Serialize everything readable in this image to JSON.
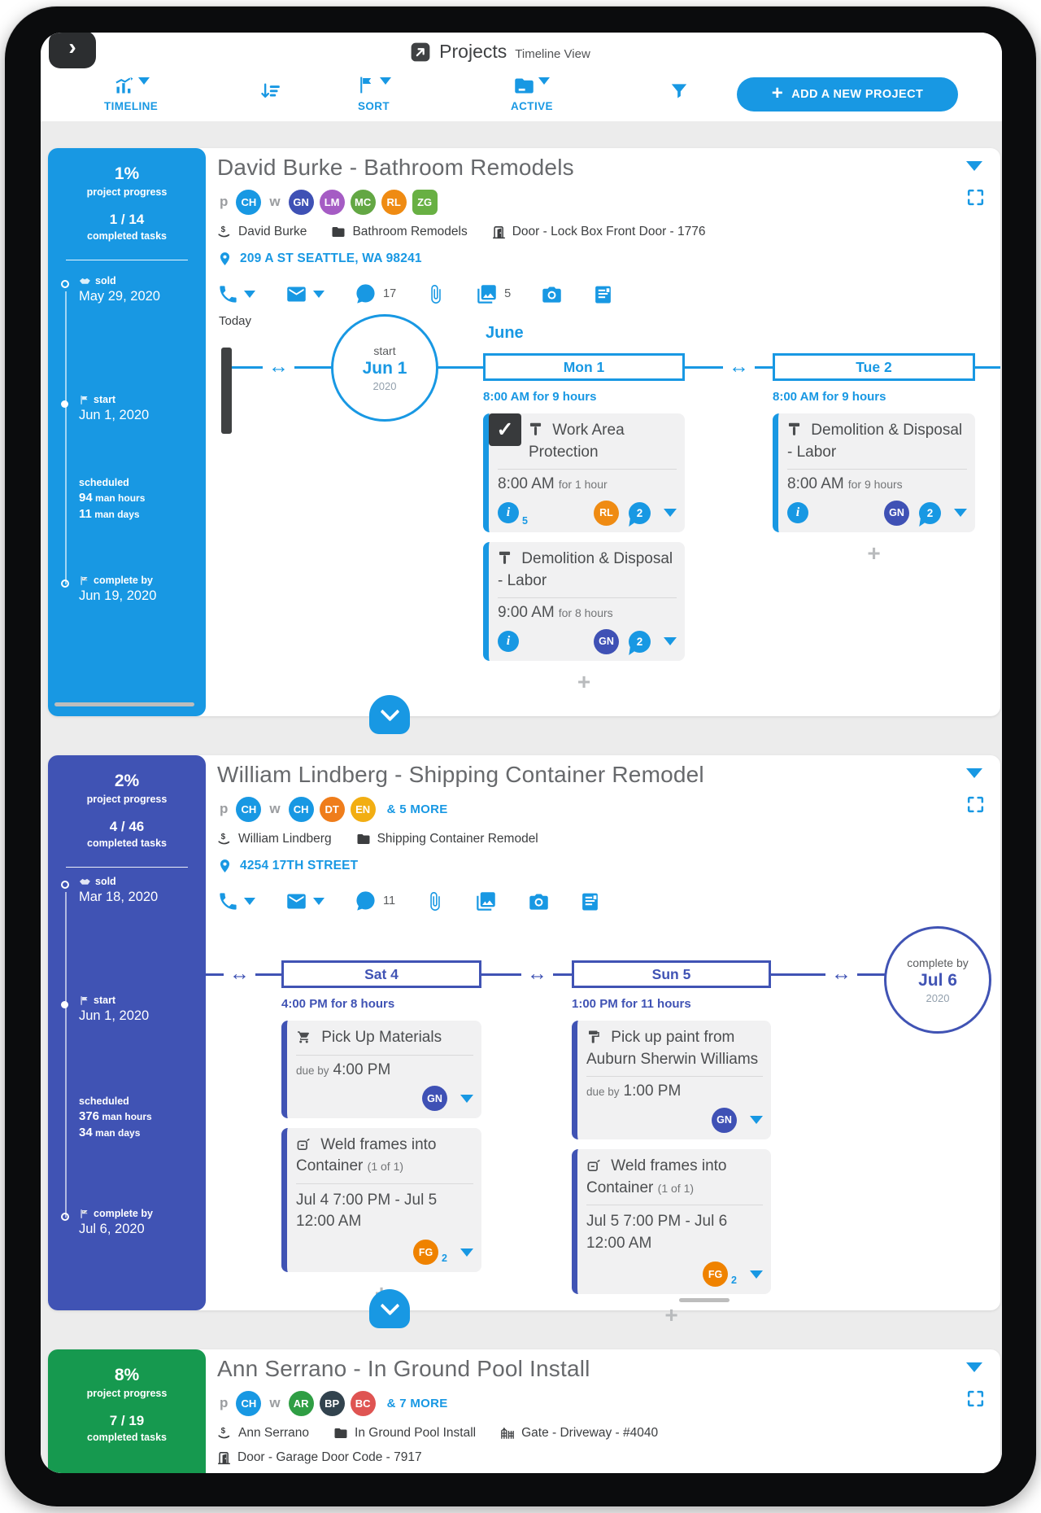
{
  "colors": {
    "primary": "#1898e3",
    "indigo": "#4053b4",
    "green": "#16994f",
    "content_bg": "#ececec",
    "task_bg": "#f1f1f2"
  },
  "header": {
    "title": "Projects",
    "subtitle": "Timeline View"
  },
  "toolbar": {
    "timeline": "TIMELINE",
    "sort": "SORT",
    "active": "ACTIVE",
    "add": "ADD A NEW PROJECT"
  },
  "projects": [
    {
      "accent": "#1898e3",
      "progress_pct": "1%",
      "progress_label": "project progress",
      "completed": "1 / 14",
      "completed_label": "completed tasks",
      "sold_label": "sold",
      "sold_date": "May 29, 2020",
      "start_label": "start",
      "start_date": "Jun 1, 2020",
      "scheduled_label": "scheduled",
      "man_hours_num": "94",
      "man_hours_label": "man hours",
      "man_days_num": "11",
      "man_days_label": "man days",
      "complete_label": "complete by",
      "complete_date": "Jun 19, 2020",
      "title": "David Burke - Bathroom Remodels",
      "p_label": "p",
      "w_label": "w",
      "p_avatars": [
        {
          "initials": "CH",
          "color": "#1898e3"
        }
      ],
      "w_avatars": [
        {
          "initials": "GN",
          "color": "#3f51b5"
        },
        {
          "initials": "LM",
          "color": "#a55cc4"
        },
        {
          "initials": "MC",
          "color": "#63a744"
        },
        {
          "initials": "RL",
          "color": "#ef8b13"
        },
        {
          "initials": "ZG",
          "color": "#68b043"
        }
      ],
      "salesperson": "David Burke",
      "project_type": "Bathroom Remodels",
      "access_1": "Door - Lock Box Front Door - 1776",
      "address": "209 A ST SEATTLE, WA 98241",
      "chat_count": "17",
      "photo_count": "5",
      "today_label": "Today",
      "month_label": "June",
      "start_circle": {
        "line1": "start",
        "line2": "Jun 1",
        "line3": "2020"
      },
      "days": [
        {
          "name": "Mon 1",
          "hours": "8:00 AM for 9 hours"
        },
        {
          "name": "Tue 2",
          "hours": "8:00 AM for 9 hours"
        }
      ],
      "tasks": {
        "a": {
          "title": "Work Area Protection",
          "time": "8:00 AM",
          "dur": "for 1 hour",
          "info_count": "5",
          "avatar": {
            "initials": "RL",
            "color": "#ef8b13"
          },
          "chat": "2"
        },
        "b": {
          "title": "Demolition & Disposal - Labor",
          "time": "9:00 AM",
          "dur": "for 8 hours",
          "avatar": {
            "initials": "GN",
            "color": "#3f51b5"
          },
          "chat": "2"
        },
        "c": {
          "title": "Demolition & Disposal - Labor",
          "time": "8:00 AM",
          "dur": "for 9 hours",
          "avatar": {
            "initials": "GN",
            "color": "#3f51b5"
          },
          "chat": "2"
        }
      }
    },
    {
      "accent": "#4053b4",
      "progress_pct": "2%",
      "progress_label": "project progress",
      "completed": "4 / 46",
      "completed_label": "completed tasks",
      "sold_label": "sold",
      "sold_date": "Mar 18, 2020",
      "start_label": "start",
      "start_date": "Jun 1, 2020",
      "scheduled_label": "scheduled",
      "man_hours_num": "376",
      "man_hours_label": "man hours",
      "man_days_num": "34",
      "man_days_label": "man days",
      "complete_label": "complete by",
      "complete_date": "Jul 6, 2020",
      "title": "William Lindberg - Shipping Container Remodel",
      "p_label": "p",
      "w_label": "w",
      "p_avatars": [
        {
          "initials": "CH",
          "color": "#1898e3"
        }
      ],
      "w_avatars": [
        {
          "initials": "CH",
          "color": "#1898e3"
        },
        {
          "initials": "DT",
          "color": "#ef7d1b"
        },
        {
          "initials": "EN",
          "color": "#f2ae13"
        }
      ],
      "more_label": "& 5 MORE",
      "salesperson": "William Lindberg",
      "project_type": "Shipping Container Remodel",
      "address": "4254 17TH STREET",
      "chat_count": "11",
      "complete_circle": {
        "line1": "complete by",
        "line2": "Jul 6",
        "line3": "2020"
      },
      "days": [
        {
          "name": "Sat 4",
          "hours": "4:00 PM for 8 hours"
        },
        {
          "name": "Sun 5",
          "hours": "1:00 PM for 11 hours"
        }
      ],
      "tasks": {
        "a": {
          "title": "Pick Up Materials",
          "due_label": "due by",
          "due": "4:00 PM",
          "avatar": {
            "initials": "GN",
            "color": "#3f51b5"
          }
        },
        "b": {
          "title": "Weld frames into Container",
          "suffix": "(1 of 1)",
          "range": "Jul 4 7:00 PM - Jul 5 12:00 AM",
          "avatar": {
            "initials": "FG",
            "color": "#ef8200"
          },
          "sub": "2"
        },
        "c": {
          "title": "Pick up paint from Auburn Sherwin Williams",
          "due_label": "due by",
          "due": "1:00 PM",
          "avatar": {
            "initials": "GN",
            "color": "#3f51b5"
          }
        },
        "d": {
          "title": "Weld frames into Container",
          "suffix": "(1 of 1)",
          "range": "Jul 5 7:00 PM - Jul 6 12:00 AM",
          "avatar": {
            "initials": "FG",
            "color": "#ef8200"
          },
          "sub": "2"
        }
      }
    },
    {
      "accent": "#16994f",
      "progress_pct": "8%",
      "progress_label": "project progress",
      "completed": "7 / 19",
      "completed_label": "completed tasks",
      "title": "Ann Serrano - In Ground Pool Install",
      "p_label": "p",
      "w_label": "w",
      "p_avatars": [
        {
          "initials": "CH",
          "color": "#1898e3"
        }
      ],
      "w_avatars": [
        {
          "initials": "AR",
          "color": "#2f9e44"
        },
        {
          "initials": "BP",
          "color": "#32434e"
        },
        {
          "initials": "BC",
          "color": "#df5452"
        }
      ],
      "more_label": "& 7 MORE",
      "salesperson": "Ann Serrano",
      "project_type": "In Ground Pool Install",
      "access_1": "Gate - Driveway - #4040",
      "access_2": "Door - Garage Door Code - 7917"
    }
  ]
}
